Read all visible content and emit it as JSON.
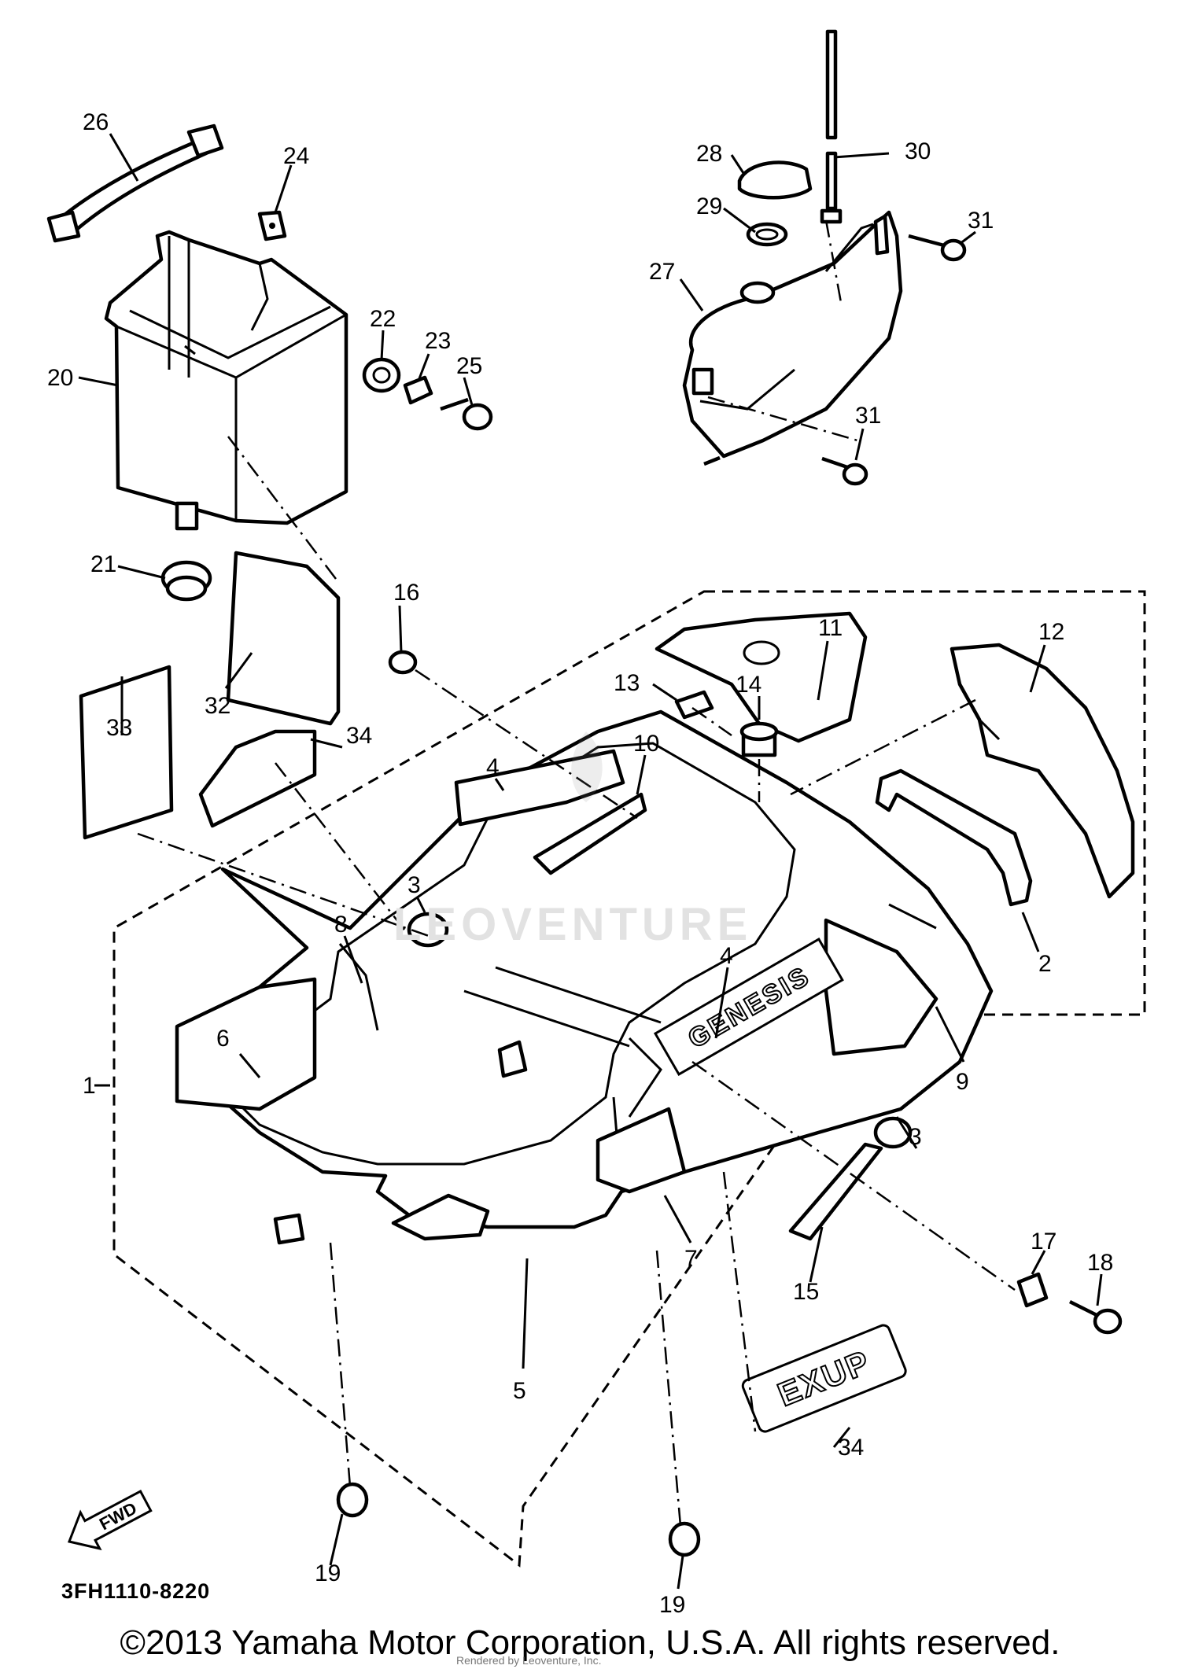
{
  "diagram": {
    "code": "3FH1110-8220",
    "copyright": "©2013 Yamaha Motor Corporation, U.S.A. All rights reserved.",
    "watermark": "LEOVENTURE",
    "watermark_footer": "Rendered by Leoventure, Inc.",
    "fwd_label": "FWD",
    "decal_genesis": "GENESIS",
    "decal_exup": "EXUP"
  },
  "callouts": {
    "c1": "1",
    "c2": "2",
    "c3a": "3",
    "c3b": "3",
    "c4a": "4",
    "c4b": "4",
    "c5": "5",
    "c6": "6",
    "c7": "7",
    "c8": "8",
    "c9": "9",
    "c10": "10",
    "c11": "11",
    "c12": "12",
    "c13": "13",
    "c14": "14",
    "c15": "15",
    "c16": "16",
    "c17": "17",
    "c18": "18",
    "c19a": "19",
    "c19b": "19",
    "c20": "20",
    "c21": "21",
    "c22": "22",
    "c23": "23",
    "c24": "24",
    "c25": "25",
    "c26": "26",
    "c27": "27",
    "c28": "28",
    "c29": "29",
    "c30": "30",
    "c31a": "31",
    "c31b": "31",
    "c32": "32",
    "c33": "33",
    "c34a": "34",
    "c34b": "34"
  }
}
